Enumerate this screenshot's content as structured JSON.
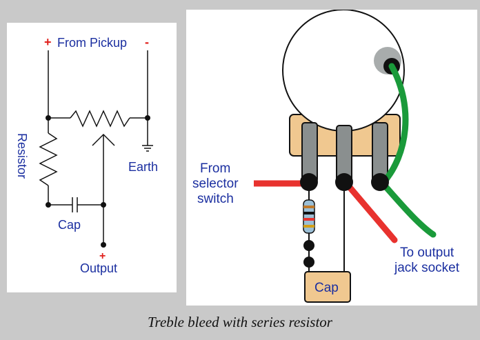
{
  "schematic": {
    "plus_top": "+",
    "from_pickup": "From Pickup",
    "minus_top": "-",
    "resistor": "Resistor",
    "earth": "Earth",
    "cap": "Cap",
    "plus_bottom": "+",
    "output": "Output"
  },
  "wiring": {
    "from_selector_line1": "From",
    "from_selector_line2": "selector",
    "from_selector_line3": "switch",
    "to_output_line1": "To output",
    "to_output_line2": "jack socket",
    "cap_label": "Cap"
  },
  "caption": "Treble bleed with series resistor",
  "colors": {
    "label_blue": "#1b2fa0",
    "polarity_red": "#e0201c",
    "wire_red": "#e8322e",
    "wire_green": "#1a9a3a",
    "cap_fill": "#f0c890",
    "pot_lug": "#8a8f8f"
  }
}
